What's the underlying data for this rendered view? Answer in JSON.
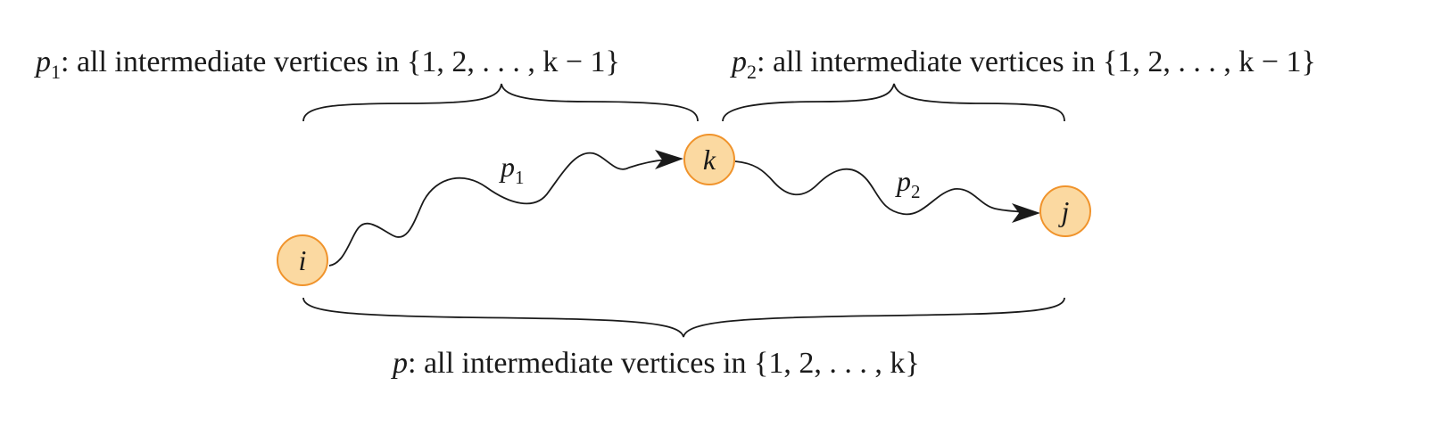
{
  "nodes": {
    "i": "i",
    "k": "k",
    "j": "j"
  },
  "paths": {
    "p1": {
      "symbol": "p",
      "subscript": "1"
    },
    "p2": {
      "symbol": "p",
      "subscript": "2"
    }
  },
  "annotations": {
    "top_left": {
      "symbol": "p",
      "subscript": "1",
      "text": ": all intermediate vertices in ",
      "set": "{1, 2, . . . , k − 1}"
    },
    "top_right": {
      "symbol": "p",
      "subscript": "2",
      "text": ": all intermediate vertices in ",
      "set": "{1, 2, . . . , k − 1}"
    },
    "bottom": {
      "symbol": "p",
      "text": ": all intermediate vertices in ",
      "set": "{1, 2, . . . , k}"
    }
  },
  "colors": {
    "node_fill": "#fbd9a1",
    "node_stroke": "#f0932b"
  }
}
